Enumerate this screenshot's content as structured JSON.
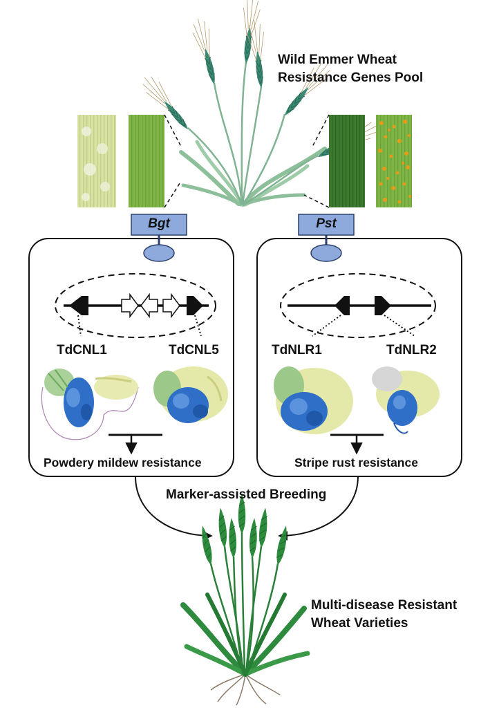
{
  "top": {
    "title_line1": "Wild Emmer Wheat",
    "title_line2": "Resistance Genes Pool"
  },
  "left_panel": {
    "pathogen": "Bgt",
    "gene_left": "TdCNL1",
    "gene_right": "TdCNL5",
    "result": "Powdery mildew resistance"
  },
  "right_panel": {
    "pathogen": "Pst",
    "gene_left": "TdNLR1",
    "gene_right": "TdNLR2",
    "result": "Stripe rust resistance"
  },
  "breeding": {
    "label": "Marker-assisted Breeding"
  },
  "bottom": {
    "title_line1": "Multi-disease Resistant",
    "title_line2": "Wheat Varieties"
  },
  "icons": {
    "receptor": "receptor-icon",
    "wheat": "wheat-plant-icon",
    "protein": "protein-structure-icon",
    "leaf": "leaf-image-icon"
  },
  "colors": {
    "receptor_fill": "#8ea9dc",
    "protein_blue": "#2f6fc8",
    "protein_yellow": "#e4e8a8",
    "protein_green": "#9cc98a",
    "rust_orange": "#e79a1a",
    "wheat_green": "#2e8b3e"
  }
}
